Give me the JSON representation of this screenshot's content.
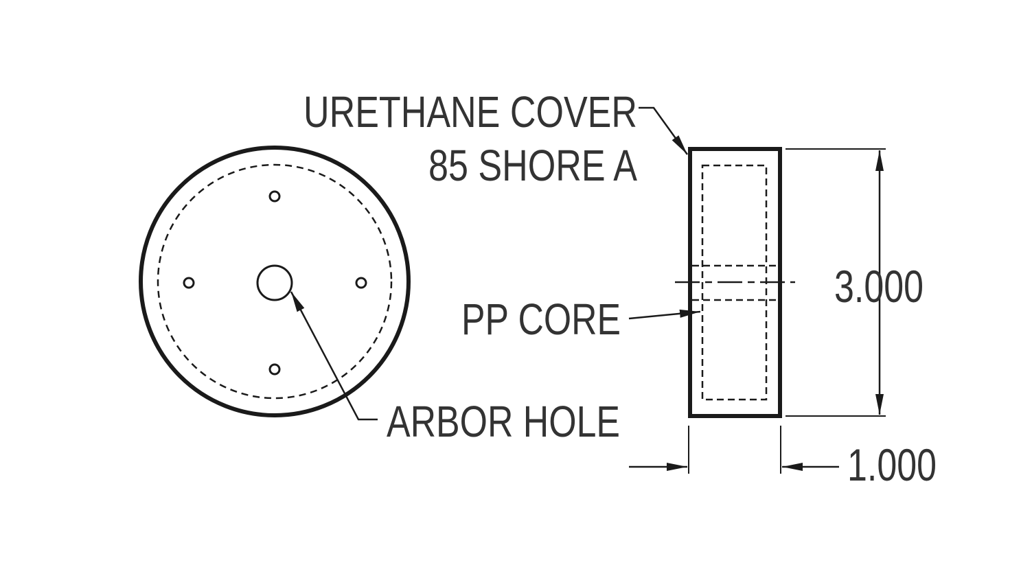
{
  "labels": {
    "cover_line1": "URETHANE COVER",
    "cover_line2": "85 SHORE A",
    "core": "PP CORE",
    "arbor": "ARBOR HOLE"
  },
  "dimensions": {
    "height": "3.000",
    "width": "1.000"
  },
  "colors": {
    "line": "#1a1a1a",
    "text": "#333333",
    "background": "#ffffff"
  }
}
